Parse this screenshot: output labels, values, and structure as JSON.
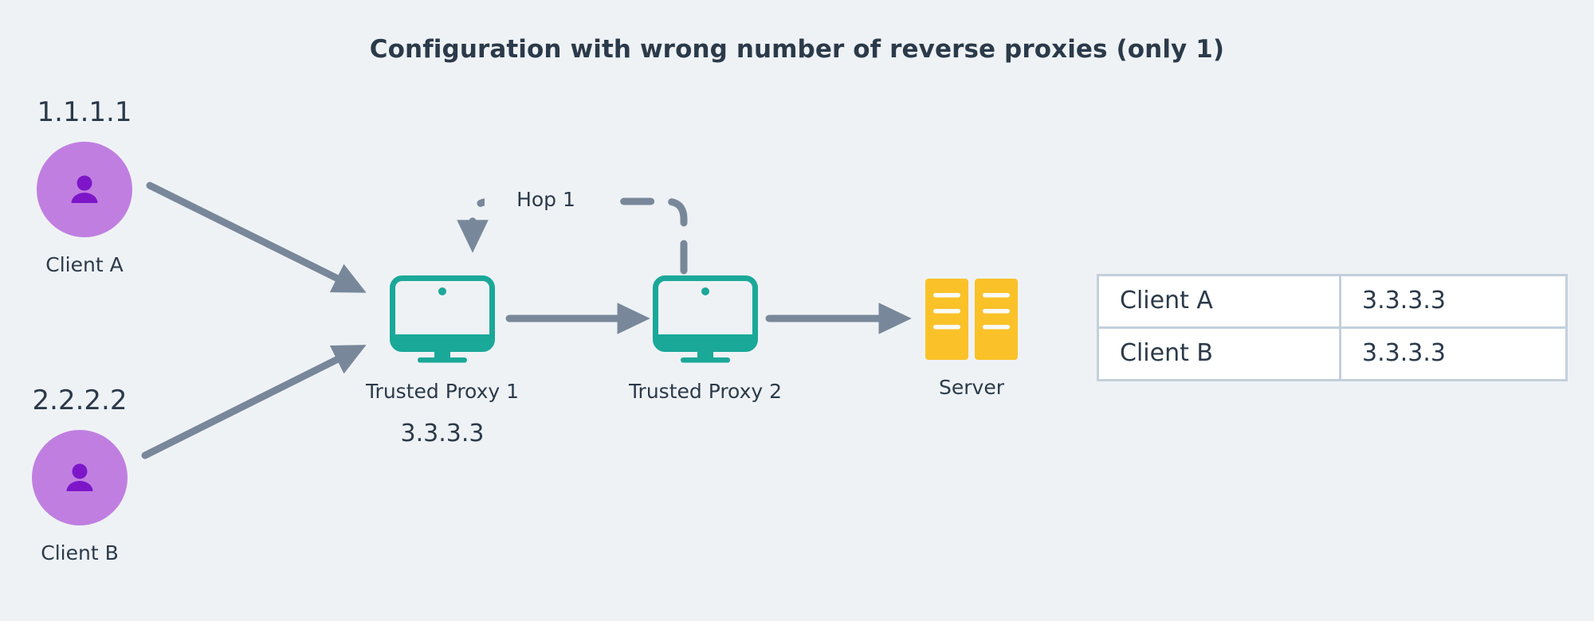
{
  "page": {
    "title": "Configuration with wrong number of reverse proxies (only 1)",
    "background_color": "#eff2f5",
    "text_color": "#2b3a4a"
  },
  "palette": {
    "background": "#eff2f5",
    "text": "#2b3a4a",
    "client_circle": "#c07fe0",
    "client_glyph": "#7d16c9",
    "proxy_teal": "#1aa899",
    "server_yellow": "#fac228",
    "arrow_gray": "#78889a",
    "table_border": "#c3d0dc",
    "table_cell": "#ffffff"
  },
  "clients": [
    {
      "id": "client-a",
      "ip": "1.1.1.1",
      "label": "Client A",
      "icon": "person-icon"
    },
    {
      "id": "client-b",
      "ip": "2.2.2.2",
      "label": "Client B",
      "icon": "person-icon"
    }
  ],
  "nodes": {
    "proxy1": {
      "label": "Trusted Proxy 1",
      "ip": "3.3.3.3",
      "icon": "monitor-icon"
    },
    "proxy2": {
      "label": "Trusted Proxy 2",
      "ip": "",
      "icon": "monitor-icon"
    },
    "server": {
      "label": "Server",
      "icon": "server-icon"
    }
  },
  "annotations": {
    "hop": "Hop 1"
  },
  "table": {
    "rows": [
      {
        "name": "Client A",
        "ip": "3.3.3.3"
      },
      {
        "name": "Client B",
        "ip": "3.3.3.3"
      }
    ]
  }
}
